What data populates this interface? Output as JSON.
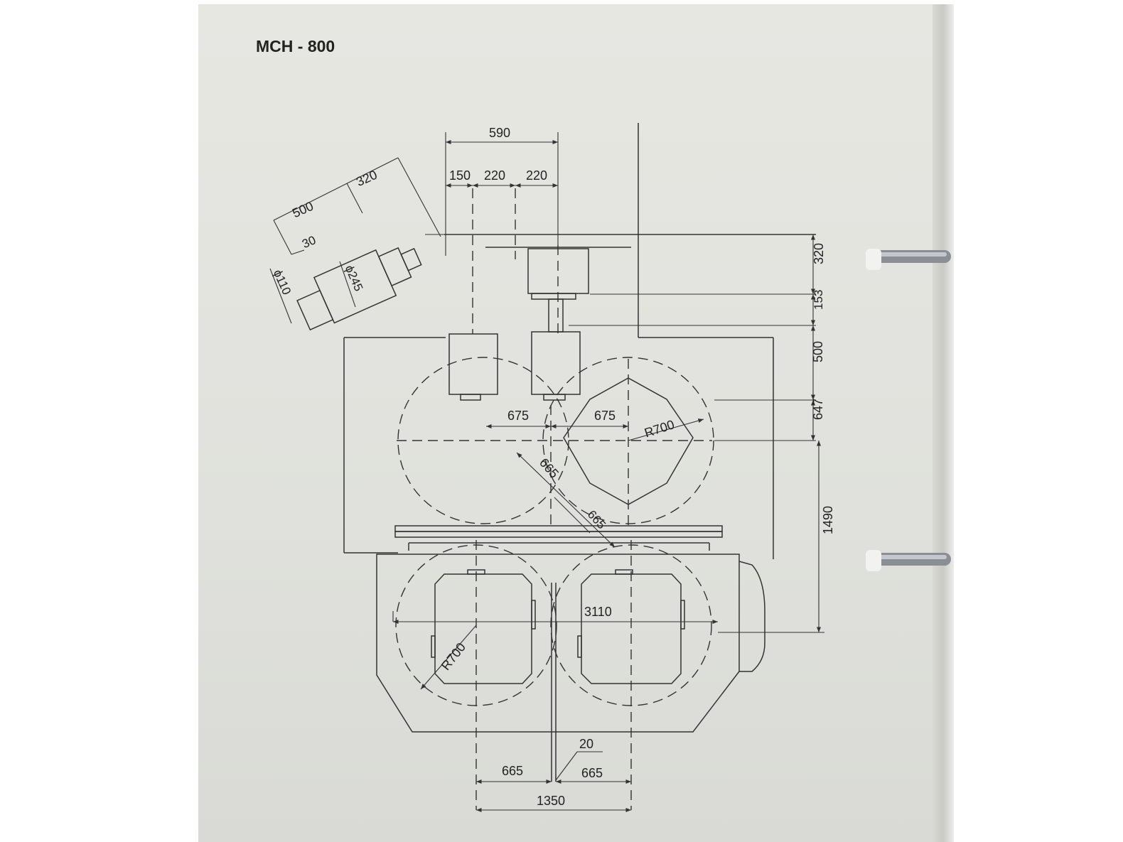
{
  "title": "MCH - 800",
  "dimensions": {
    "d590": "590",
    "d150": "150",
    "d220a": "220",
    "d220b": "220",
    "d320_tool": "320",
    "d500_tool": "500",
    "d30": "30",
    "d110": "ϕ110",
    "d245": "ϕ245",
    "d320_right": "320",
    "d153": "153",
    "d500_right": "500",
    "d647": "647",
    "d1490": "1490",
    "d675a": "675",
    "d675b": "675",
    "r700_upper": "R700",
    "d665_diag_a": "665",
    "d665_diag_b": "665",
    "d3110": "3110",
    "r700_lower": "R700",
    "d20": "20",
    "d665_bottom_a": "665",
    "d665_bottom_b": "665",
    "d1350": "1350"
  },
  "colors": {
    "paper": "#e3e4df",
    "ink": "#333333",
    "binder_ring": "#8a8f96"
  },
  "icons": [
    "binder-ring-icon"
  ]
}
